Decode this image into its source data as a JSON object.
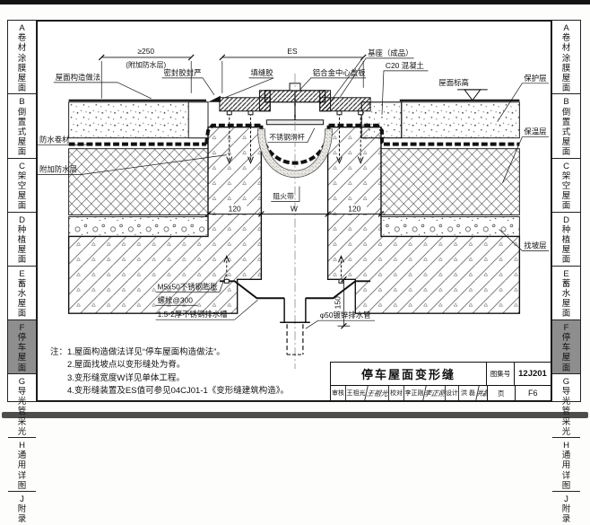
{
  "sidebar": {
    "items": [
      {
        "text": "A卷材涂膜屋面"
      },
      {
        "text": "B倒置式屋面"
      },
      {
        "text": "C架空屋面"
      },
      {
        "text": "D种植屋面"
      },
      {
        "text": "E蓄水屋面"
      },
      {
        "text": "F停车屋面"
      },
      {
        "text": "G导光管采光"
      },
      {
        "text": "H通用详图"
      },
      {
        "text": "J附录"
      }
    ]
  },
  "drawing": {
    "dims": {
      "ge250": "≥250",
      "ge250_sub": "(附加防水层)",
      "es": "ES",
      "d120": "120",
      "w": "W",
      "d150": "150"
    },
    "labels": {
      "roof_construction": "屋面构造做法",
      "waterproof_membrane": "防水卷材",
      "additional_waterproof": "附加防水层",
      "sealant": "密封胶封严",
      "caulk": "填缝胶",
      "center_plate": "铝合金中心盖板",
      "base": "基座（成品）",
      "c20": "C20 混凝土",
      "roof_level": "屋面标高",
      "protect_layer": "保护层",
      "insulation_layer": "保温层",
      "slope_layer": "找坡层",
      "slide_rod": "不锈钢滑杆",
      "fire_belt": "阻火带",
      "bolt_line1": "M5x50不锈钢膨胀",
      "bolt_line2": "螺栓@300",
      "drain_channel": "1.5-2厚不锈钢排水槽",
      "drain_pipe": "φ50镀锌排水管"
    }
  },
  "notes": {
    "lines": [
      "注：1.屋面构造做法详见“停车屋面构造做法”。",
      "2.屋面找坡点以变形缝处为脊。",
      "3.变形缝宽度W详见单体工程。",
      "4.变形缝装置及ES值可参见04CJ01-1《变形缝建筑构造》。"
    ]
  },
  "titleblock": {
    "title": "停车屋面变形缝",
    "atlas_label": "图集号",
    "atlas_no": "12J201",
    "page_label": "页",
    "page_no": "F6",
    "review_label": "审核",
    "reviewer": "王祖光",
    "review_sig": "王祖光",
    "check_label": "校对",
    "checker": "李正刚",
    "check_sig": "李正刚",
    "design_label": "设计",
    "designer": "洪 磊",
    "design_sig": "洪磊"
  },
  "colors": {
    "active_tab": "#8e8e8e",
    "line": "#111111",
    "bar_top": "#141414",
    "bar_bottom": "#4d4d4d"
  }
}
